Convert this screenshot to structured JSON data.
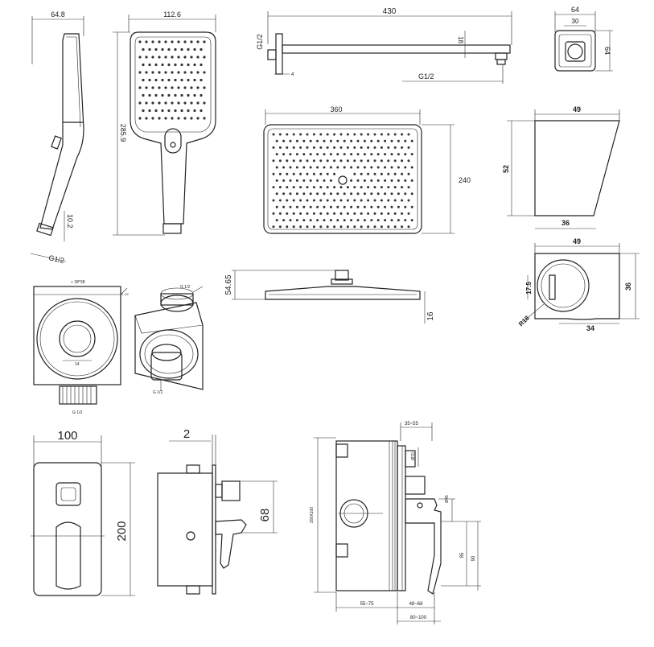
{
  "handheld_side": {
    "width": "64.8",
    "thread": "G1/2",
    "neck": "10.2"
  },
  "handheld_front": {
    "width": "112.6",
    "height": "285.9"
  },
  "arm": {
    "length": "430",
    "thickness": "18",
    "wall_thread": "G1/2",
    "wall_dim": "4",
    "outlet_thread": "G1/2"
  },
  "elbow_front": {
    "width": "64",
    "inner": "30",
    "height": "64"
  },
  "head_top": {
    "width": "360",
    "depth": "240"
  },
  "head_side": {
    "height": "54.65",
    "thickness": "16"
  },
  "holder_side": {
    "top": "49",
    "height": "52",
    "bottom": "36"
  },
  "holder_top": {
    "top": "49",
    "hole": "17.5",
    "radius": "R18",
    "bottom": "34",
    "depth": "36"
  },
  "outlet_front": {
    "top_label": "□ 38*38",
    "center_label": "14"
  },
  "outlet_threads": {
    "thread_label": "G 1/2"
  },
  "mixer_plate": {
    "width": "100",
    "height": "200"
  },
  "mixer_side": {
    "protrusion": "2",
    "spout": "68"
  },
  "mixer_section": {
    "top": "35~55",
    "diameter": "Ø70",
    "stem": "Ø45",
    "box": "200X100",
    "h85": "85",
    "h90": "90",
    "d1": "55~75",
    "d2": "48~68",
    "d3": "80~100"
  }
}
